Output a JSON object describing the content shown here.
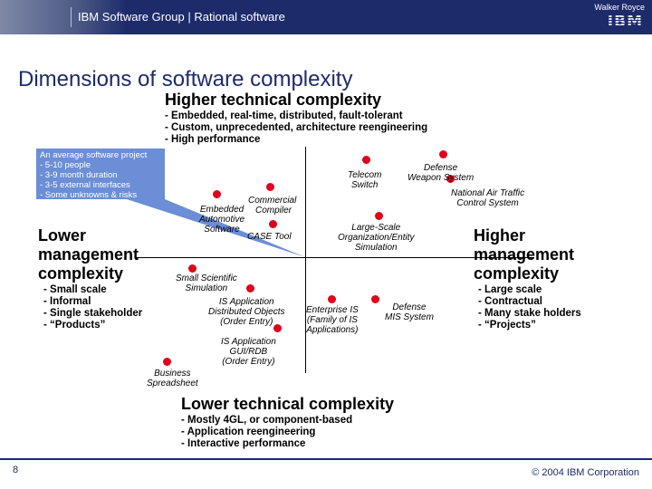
{
  "header": {
    "title": "IBM Software Group | Rational software",
    "author": "Walker Royce",
    "logo_text": "IBM"
  },
  "slide": {
    "title": "Dimensions of software complexity"
  },
  "top_axis": {
    "label": "Higher technical complexity",
    "items": [
      "- Embedded, real-time, distributed, fault-tolerant",
      "- Custom, unprecedented, architecture reengineering",
      "- High performance"
    ]
  },
  "callout": {
    "title": "An average software project",
    "items": [
      "- 5-10 people",
      "- 3-9 month duration",
      "- 3-5 external interfaces",
      "- Some unknowns & risks"
    ]
  },
  "left_axis": {
    "label_line1": "Lower",
    "label_line2": "management",
    "label_line3": "complexity",
    "items": [
      "- Small scale",
      "- Informal",
      "- Single stakeholder",
      "- “Products”"
    ]
  },
  "right_axis": {
    "label_line1": "Higher",
    "label_line2": "management",
    "label_line3": "complexity",
    "items": [
      "- Large scale",
      "- Contractual",
      "- Many stake holders",
      "- “Projects”"
    ]
  },
  "bottom_axis": {
    "label": "Lower technical complexity",
    "items": [
      "- Mostly 4GL, or component-based",
      "- Application reengineering",
      "- Interactive performance"
    ]
  },
  "points": {
    "telecom_switch": {
      "line1": "Telecom",
      "line2": "Switch"
    },
    "defense_weapon": {
      "line1": "Defense",
      "line2": "Weapon System"
    },
    "national_air_traffic": {
      "line1": "National Air Traffic",
      "line2": "Control System"
    },
    "commercial_compiler": {
      "line1": "Commercial",
      "line2": "Compiler"
    },
    "embedded_automotive": {
      "line1": "Embedded",
      "line2": "Automotive",
      "line3": "Software"
    },
    "case_tool": {
      "line1": "CASE Tool"
    },
    "large_scale_org": {
      "line1": "Large-Scale",
      "line2": "Organization/Entity",
      "line3": "Simulation"
    },
    "small_scientific": {
      "line1": "Small Scientific",
      "line2": "Simulation"
    },
    "is_app_distributed": {
      "line1": "IS Application",
      "line2": "Distributed Objects",
      "line3": "(Order Entry)"
    },
    "enterprise_is": {
      "line1": "Enterprise IS",
      "line2": "(Family of IS",
      "line3": "Applications)"
    },
    "defense_mis": {
      "line1": "Defense",
      "line2": "MIS System"
    },
    "is_app_gui": {
      "line1": "IS Application",
      "line2": "GUI/RDB",
      "line3": "(Order Entry)"
    },
    "business_spreadsheet": {
      "line1": "Business",
      "line2": "Spreadsheet"
    }
  },
  "footer": {
    "page_number": "8",
    "copyright": "© 2004 IBM Corporation"
  },
  "colors": {
    "header_bg": "#1d2b6b",
    "title_color": "#1d2b6b",
    "callout_bg": "#6b8ed6",
    "dot_color": "#e2001a"
  }
}
